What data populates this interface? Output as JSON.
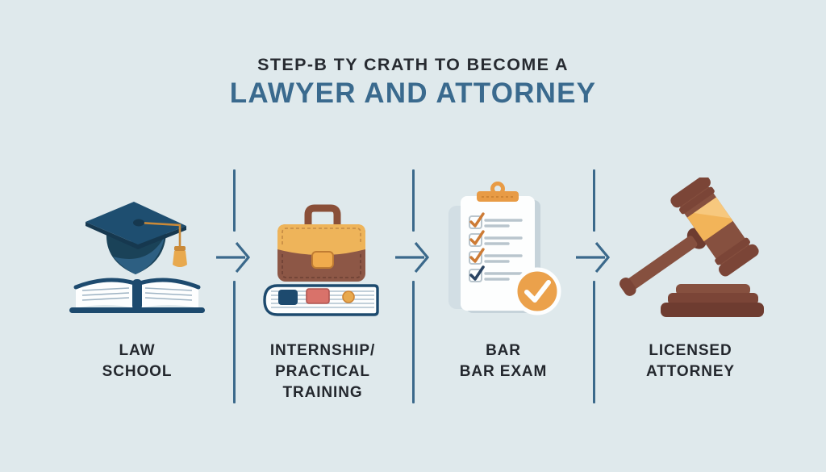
{
  "title": {
    "line1": "STEP-B TY CRATH TO BECOME A",
    "line2": "LAWYER AND ATTORNEY"
  },
  "steps": [
    {
      "name": "law-school",
      "label": "LAW\nSCHOOL",
      "icon": "graduation-cap-and-open-book"
    },
    {
      "name": "internship-practical-training",
      "label": "INTERNSHIP/\nPRACTICAL\nTRAINING",
      "icon": "briefcase-on-book"
    },
    {
      "name": "bar-exam",
      "label": "BAR\nBAR EXAM",
      "icon": "clipboard-checklist"
    },
    {
      "name": "licensed-attorney",
      "label": "LICENSED\nATTORNEY",
      "icon": "gavel-and-sound-block"
    }
  ],
  "connectors": {
    "count": 3,
    "style": "vertical-divider-with-right-arrow"
  },
  "colors": {
    "background": "#dfe9ec",
    "title-primary": "#272b31",
    "title-accent": "#3a6a8e",
    "label-text": "#23272d",
    "flow-line": "#3b698b",
    "navy": "#1d4a6e",
    "navy-dark": "#16384f",
    "navy-board": "#1e4e70",
    "navy-crown": "#1a4258",
    "navy-crown-light": "#2d5f82",
    "page-line": "#9fb4c4",
    "tassel": "#e8a94e",
    "tassel-dark": "#c98938",
    "amber": "#eeb45a",
    "stitch-light": "#c48a44",
    "stitch-dark": "#6d4034",
    "clasp": "#f0ab4d",
    "clasp-border": "#c07c33",
    "brown": "#8d5746",
    "handle-brown": "#8a4f38",
    "salmon": "#d9726a",
    "salmon-border": "#b05550",
    "orange": "#e89b45",
    "orange-dark": "#cf8534",
    "check-orange": "#cd7b35",
    "check-navy": "#2c4563",
    "paper": "#fdfefe",
    "sheet-back": "#d2dee4",
    "sheet-mid": "#c6d3da",
    "line-gray": "#b9c5cd",
    "badge-orange": "#eba14b",
    "gavel-brown": "#86503f",
    "gavel-dark": "#7b4537",
    "gavel-deep": "#6e3c30",
    "gavel-amber": "#f2b459",
    "gavel-amber-light": "#f7c87e"
  }
}
